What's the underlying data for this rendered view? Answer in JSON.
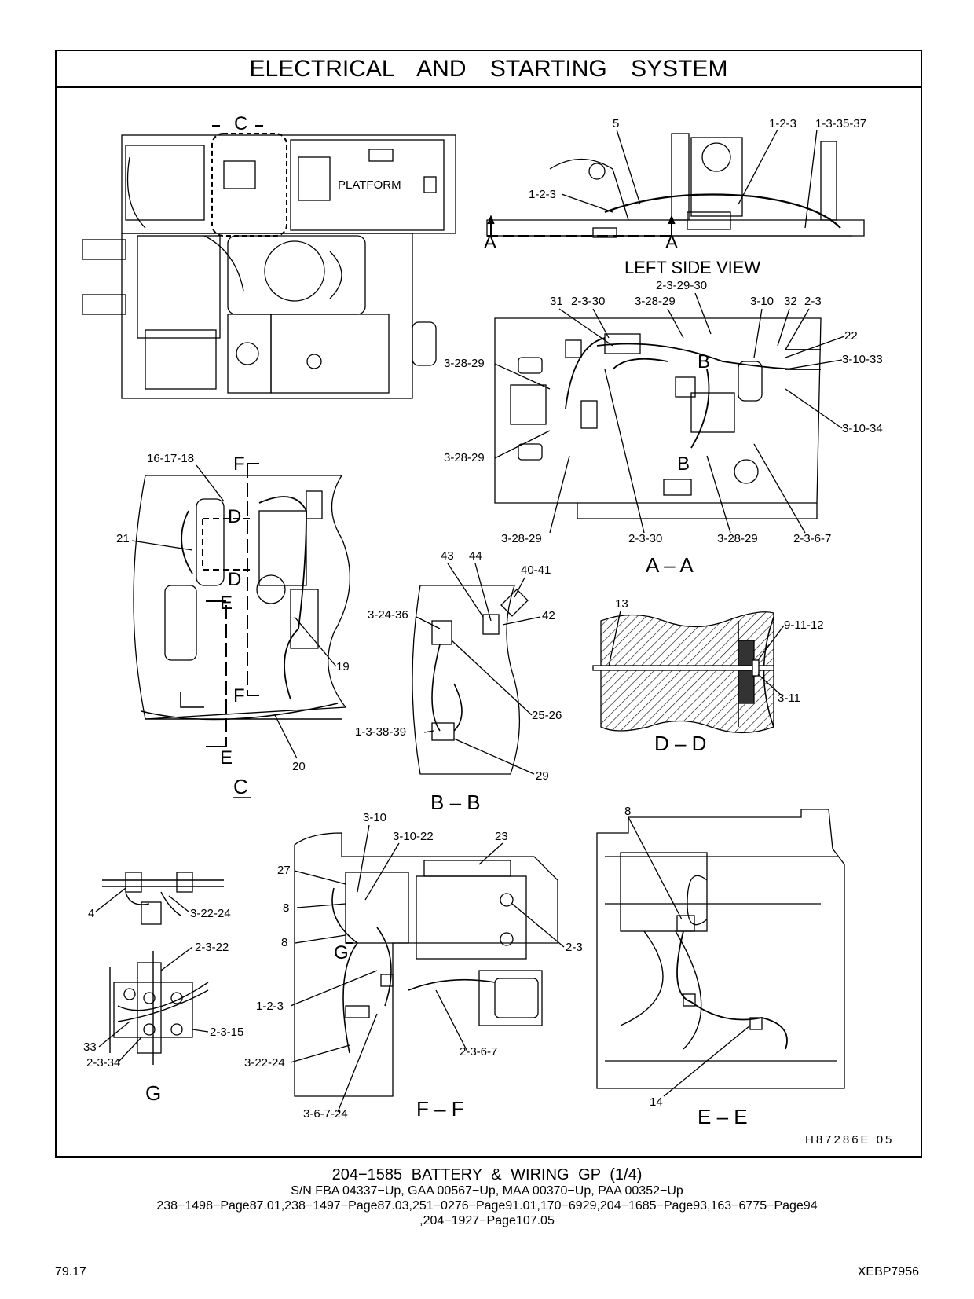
{
  "title": "ELECTRICAL AND STARTING SYSTEM",
  "views": {
    "platform_label": "PLATFORM",
    "left_side_view": "LEFT SIDE VIEW",
    "section_aa": "A – A",
    "section_bb": "B – B",
    "section_c": "C",
    "section_dd": "D – D",
    "section_ee": "E – E",
    "section_ff": "F – F",
    "section_g": "G"
  },
  "section_markers": {
    "a": "A",
    "b": "B",
    "c": "C",
    "d": "D",
    "e": "E",
    "f": "F",
    "g": "G"
  },
  "callouts": {
    "lsv_5": "5",
    "lsv_123a": "1-2-3",
    "lsv_123b": "1-2-3",
    "lsv_13353537": "1-3-35-37",
    "aa_232930": "2-3-29-30",
    "aa_31": "31",
    "aa_2330a": "2-3-30",
    "aa_32829a": "3-28-29",
    "aa_310": "3-10",
    "aa_32": "32",
    "aa_23": "2-3",
    "aa_22": "22",
    "aa_31033": "3-10-33",
    "aa_32829b": "3-28-29",
    "aa_31034": "3-10-34",
    "aa_32829c": "3-28-29",
    "aa_32829d": "3-28-29",
    "aa_2330b": "2-3-30",
    "aa_32829e": "3-28-29",
    "aa_2367": "2-3-6-7",
    "c_161718": "16-17-18",
    "c_21": "21",
    "c_19": "19",
    "c_20": "20",
    "bb_43": "43",
    "bb_44": "44",
    "bb_4041": "40-41",
    "bb_32436": "3-24-36",
    "bb_42": "42",
    "bb_2526": "25-26",
    "bb_133839": "1-3-38-39",
    "bb_29": "29",
    "dd_13": "13",
    "dd_91112": "9-11-12",
    "dd_311": "3-11",
    "g_4": "4",
    "g_32224": "3-22-24",
    "g_2322": "2-3-22",
    "g_2315": "2-3-15",
    "g_33": "33",
    "g_2334": "2-3-34",
    "ff_310": "3-10",
    "ff_31022": "3-10-22",
    "ff_23": "23",
    "ff_27": "27",
    "ff_8a": "8",
    "ff_8b": "8",
    "ff_23b": "2-3",
    "ff_123": "1-2-3",
    "ff_32224": "3-22-24",
    "ff_2367": "2-3-6-7",
    "ff_36724": "3-6-7-24",
    "ee_8": "8",
    "ee_14": "14"
  },
  "drawing_id": "H87286E 05",
  "footer": {
    "part_title": "204−1585  BATTERY & WIRING GP (1/4)",
    "serials": "S/N FBA 04337−Up, GAA 00567−Up, MAA 00370−Up, PAA 00352−Up",
    "refs_line1": "238−1498−Page87.01,238−1497−Page87.03,251−0276−Page91.01,170−6929,204−1685−Page93,163−6775−Page94",
    "refs_line2": ",204−1927−Page107.05",
    "page_number": "79.17",
    "doc_code": "XEBP7956"
  }
}
